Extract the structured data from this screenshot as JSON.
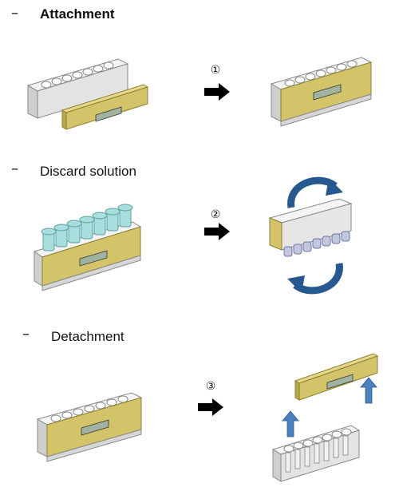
{
  "steps": [
    {
      "heading": "Attachment",
      "number": "①"
    },
    {
      "heading": "Discard solution",
      "number": "②"
    },
    {
      "heading": "Detachment",
      "number": "③"
    }
  ],
  "dash": "–",
  "colors": {
    "arrow": "#000000",
    "lid_yellow": "#d4c469",
    "lid_edge": "#a39437",
    "block_body": "#ececec",
    "block_shade": "#c9c9c9",
    "tube_cyan": "#a8dede",
    "rotate_blue": "#27588f",
    "up_arrow_blue": "#4a82bf"
  }
}
